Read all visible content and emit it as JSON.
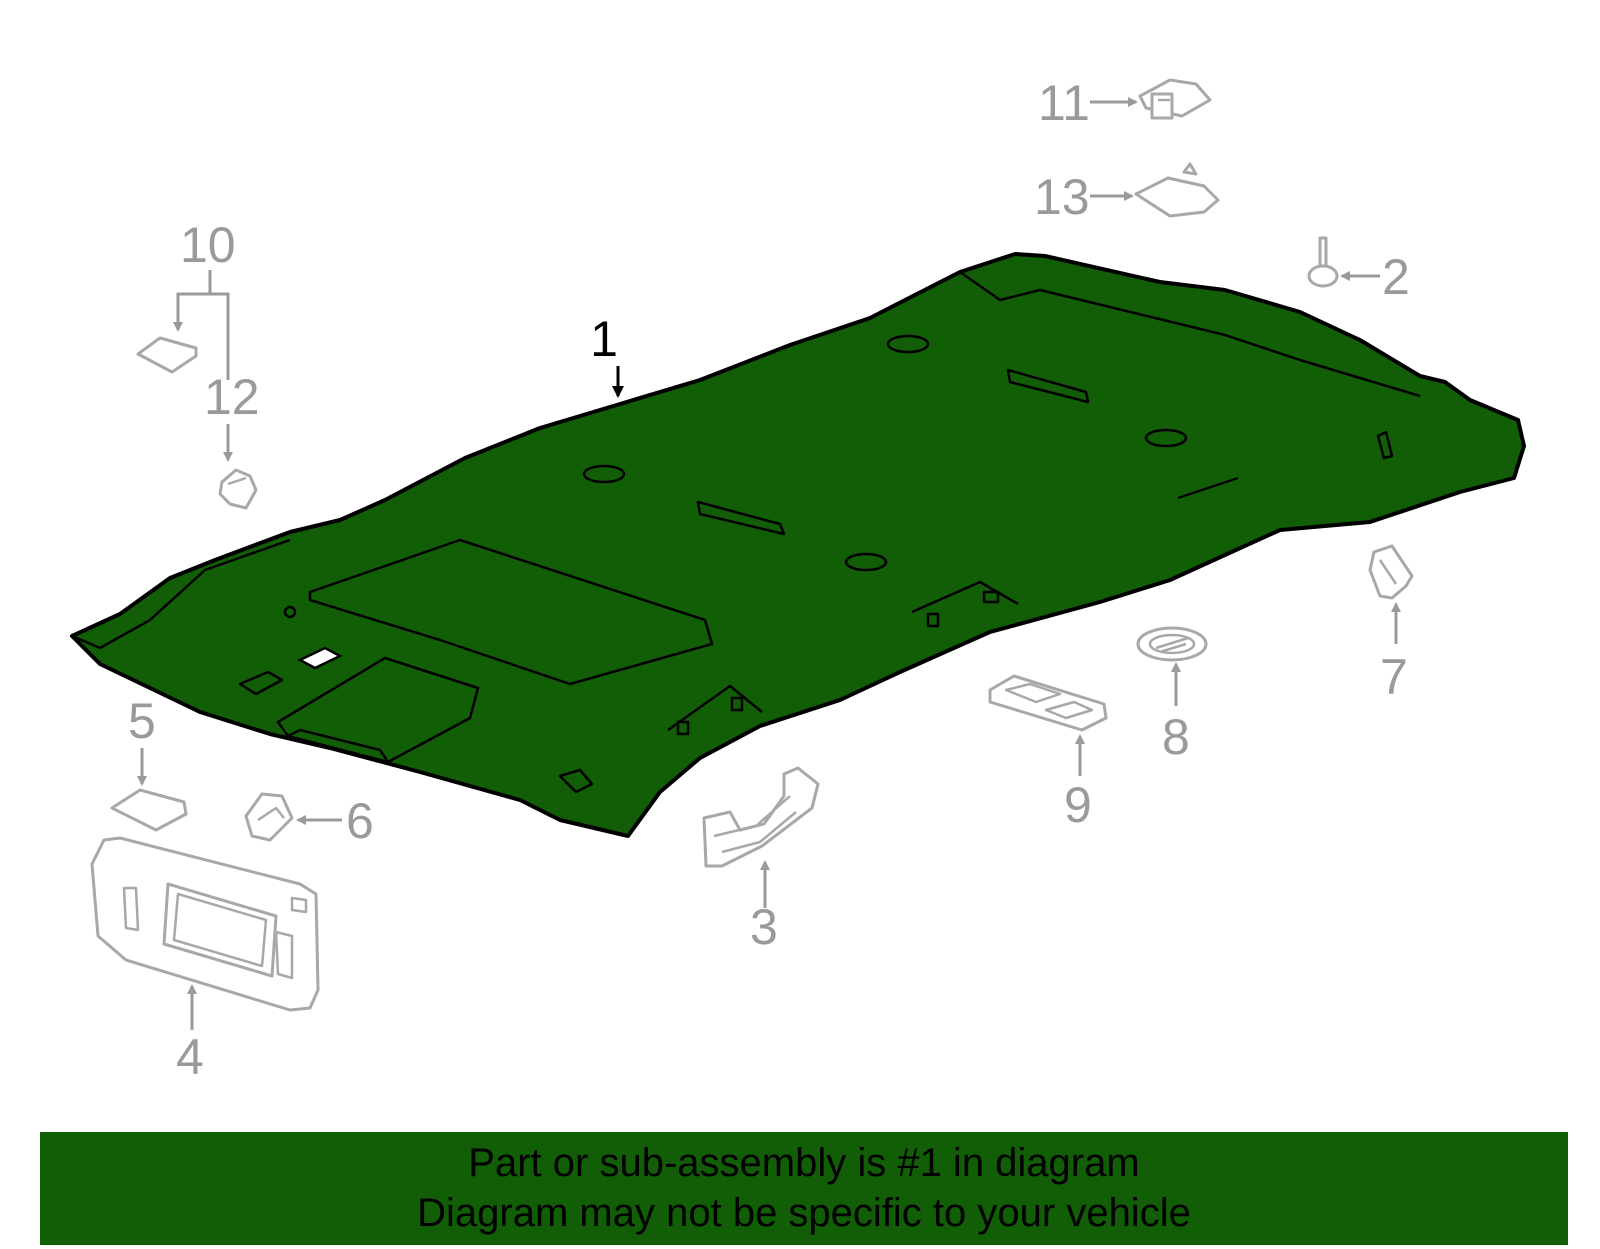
{
  "callouts": {
    "c1": "1",
    "c2": "2",
    "c3": "3",
    "c4": "4",
    "c5": "5",
    "c6": "6",
    "c7": "7",
    "c8": "8",
    "c9": "9",
    "c10": "10",
    "c11": "11",
    "c12": "12",
    "c13": "13"
  },
  "banner": {
    "line1": "Part or sub-assembly is #1 in diagram",
    "line2": "Diagram may not be specific to your vehicle"
  },
  "colors": {
    "highlight": "#115e06",
    "outline": "#000000",
    "other_parts": "#a8a8a8",
    "callout_text": "#9a9a9a"
  },
  "icons": [
    "headliner-part-icon",
    "sun-visor-icon",
    "grab-handle-icon",
    "clip-icon",
    "dome-lamp-icon"
  ]
}
